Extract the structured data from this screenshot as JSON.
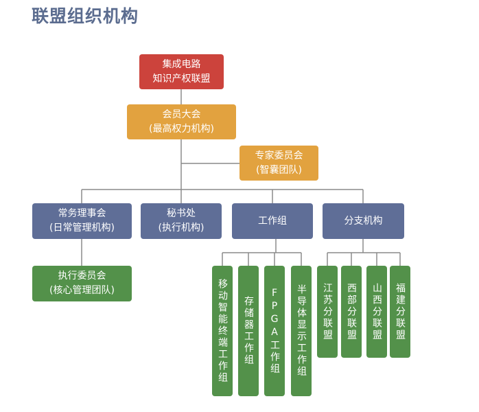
{
  "title": "联盟组织机构",
  "nodes": {
    "ic_alliance": {
      "line1": "集成电路",
      "line2": "知识产权联盟"
    },
    "general_assembly": {
      "line1": "会员大会",
      "line2": "(最高权力机构)"
    },
    "expert_committee": {
      "line1": "专家委员会",
      "line2": "(智囊团队)"
    },
    "standing_council": {
      "line1": "常务理事会",
      "line2": "(日常管理机构)"
    },
    "secretariat": {
      "line1": "秘书处",
      "line2": "(执行机构)"
    },
    "working_groups": {
      "label": "工作组"
    },
    "branches": {
      "label": "分支机构"
    },
    "executive_committee": {
      "line1": "执行委员会",
      "line2": "(核心管理团队)"
    }
  },
  "working_group_items": [
    "移动智能终端工作组",
    "存储器工作组",
    "FPGA工作组",
    "半导体显示工作组"
  ],
  "branch_items": [
    "江苏分联盟",
    "西部分联盟",
    "山西分联盟",
    "福建分联盟"
  ],
  "colors": {
    "title": "#5b6c8f",
    "red": "#cc433c",
    "orange": "#e2a23f",
    "blue": "#5f6e97",
    "green": "#53914a",
    "line": "#8a8a8a"
  }
}
